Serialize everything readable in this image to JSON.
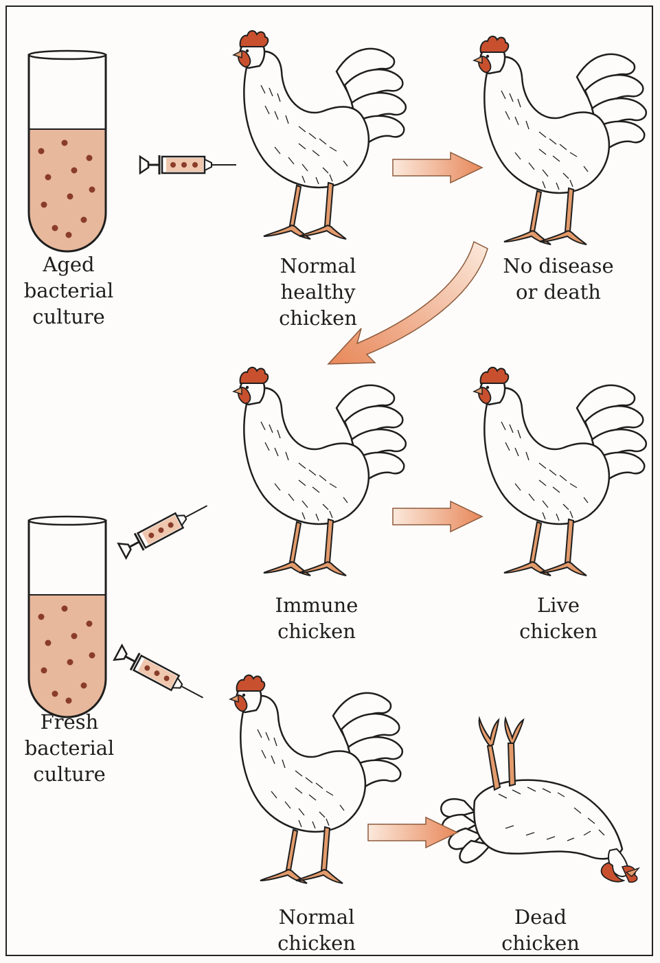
{
  "labels": {
    "aged_culture": [
      "Aged",
      "bacterial",
      "culture"
    ],
    "normal_healthy_chicken": [
      "Normal",
      "healthy",
      "chicken"
    ],
    "no_disease": [
      "No disease",
      "or death"
    ],
    "immune_chicken": [
      "Immune",
      "chicken"
    ],
    "live_chicken": [
      "Live",
      "chicken"
    ],
    "fresh_culture": [
      "Fresh",
      "bacterial",
      "culture"
    ],
    "normal_chicken": [
      "Normal",
      "chicken"
    ],
    "dead_chicken": [
      "Dead",
      "chicken"
    ]
  },
  "colors": {
    "broth": "#e7b89c",
    "bacteria": "#8a3c2a",
    "arrow_start": "#fbe9dc",
    "arrow_end": "#e8885a",
    "comb": "#c9502e",
    "legs": "#e39b6c",
    "outline": "#1e1e1e"
  },
  "icons": [
    "test-tube-icon",
    "syringe-icon",
    "chicken-icon",
    "arrow-icon",
    "dead-chicken-icon"
  ]
}
